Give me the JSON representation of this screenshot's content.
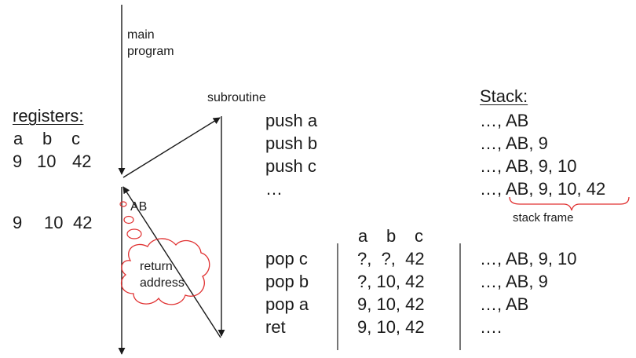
{
  "main_label": [
    "main",
    "program"
  ],
  "subroutine_label": "subroutine",
  "registers": {
    "title": "registers:",
    "headers": [
      "a",
      "b",
      "c"
    ],
    "before": [
      "9",
      "10",
      "42"
    ],
    "after": [
      "9",
      "10",
      "42"
    ]
  },
  "push_instructions": [
    "push a",
    "push b",
    "push c",
    "…"
  ],
  "pop_instructions": [
    "pop c",
    "pop b",
    "pop a",
    "ret"
  ],
  "pop_table": {
    "headers": [
      "a",
      "b",
      "c"
    ],
    "rows": [
      "?,  ?,  42",
      "?, 10, 42",
      "9, 10, 42",
      "9, 10, 42"
    ]
  },
  "stack": {
    "title": "Stack:",
    "push_states": [
      "…, AB",
      "…, AB, 9",
      "…, AB, 9, 10",
      "…, AB, 9, 10, 42"
    ],
    "pop_states": [
      "…, AB, 9, 10",
      "…, AB, 9",
      "…, AB",
      "…."
    ],
    "frame_label": "stack frame"
  },
  "return_marker": "AB",
  "cloud_text": [
    "return",
    "address"
  ],
  "colors": {
    "ink": "#1a1a1a",
    "cloud": "#e03030"
  }
}
